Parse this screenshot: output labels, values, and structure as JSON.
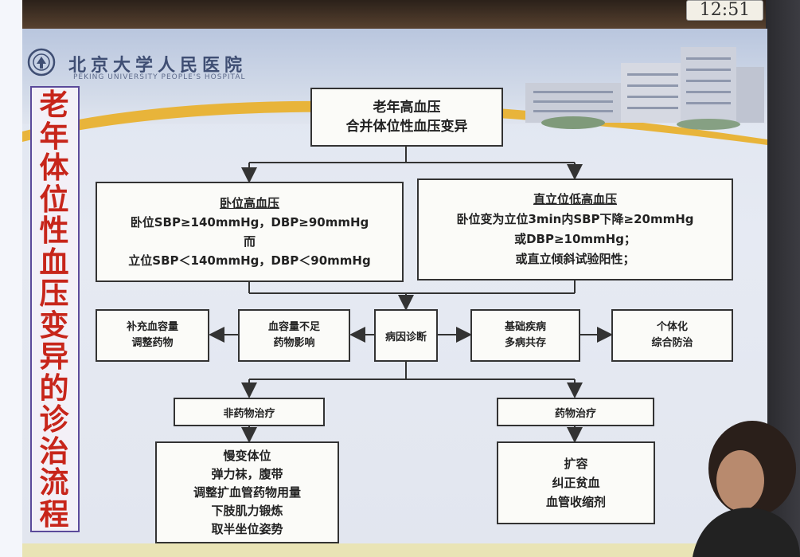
{
  "clock": "12:51",
  "hospital": {
    "name_cn": "北京大学人民医院",
    "name_en": "PEKING UNIVERSITY PEOPLE'S HOSPITAL"
  },
  "side_title": "老年体位性血压变异的诊治流程",
  "nodes": {
    "root": {
      "line1": "老年高血压",
      "line2": "合并体位性血压变异"
    },
    "supine": {
      "title": "卧位高血压",
      "line1": "卧位SBP≥140mmHg，DBP≥90mmHg",
      "line2": "而",
      "line3": "立位SBP＜140mmHg，DBP＜90mmHg"
    },
    "orthostatic": {
      "title": "直立位低高血压",
      "line1": "卧位变为立位3min内SBP下降≥20mmHg",
      "line2": "或DBP≥10mmHg；",
      "line3": "或直立倾斜试验阳性；"
    },
    "volume_supplement": {
      "line1": "补充血容量",
      "line2": "调整药物"
    },
    "volume_deficit": {
      "line1": "血容量不足",
      "line2": "药物影响"
    },
    "etiology": {
      "label": "病因诊断"
    },
    "comorbidity": {
      "line1": "基础疾病",
      "line2": "多病共存"
    },
    "individualized": {
      "line1": "个体化",
      "line2": "综合防治"
    },
    "non_drug": {
      "label": "非药物治疗"
    },
    "drug": {
      "label": "药物治疗"
    },
    "non_drug_detail": [
      "慢变体位",
      "弹力袜，腹带",
      "调整扩血管药物用量",
      "下肢肌力锻炼",
      "取半坐位姿势"
    ],
    "drug_detail": [
      "扩容",
      "纠正贫血",
      "血管收缩剂"
    ]
  },
  "colors": {
    "title_red": "#c7251a",
    "frame_purple": "#5b4a9a",
    "line_dark": "#333333",
    "banner_gold": "#e8b43a"
  }
}
